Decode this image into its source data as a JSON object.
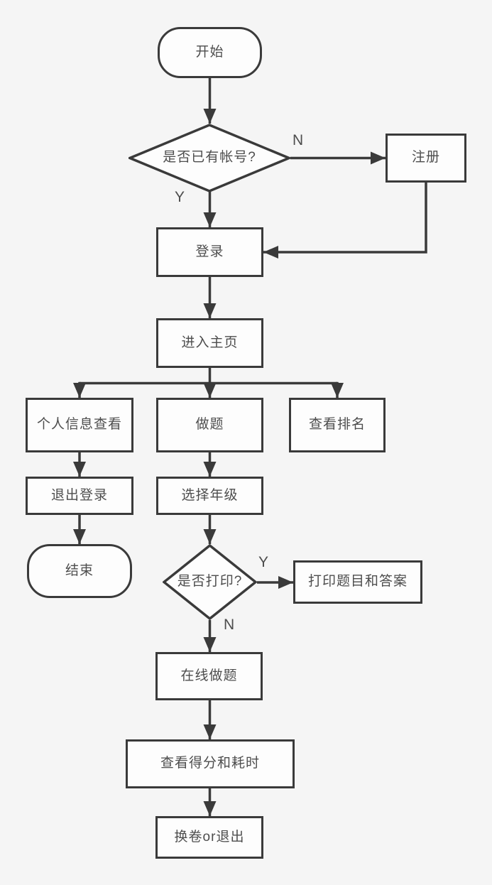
{
  "diagram": {
    "title": "online exam system flowchart",
    "background": "#f5f5f5",
    "stroke_color": "#3a3a3a",
    "node_fill": "#fdfdfd",
    "text_color": "#4d4d4d"
  },
  "nodes": {
    "start": {
      "label": "开始",
      "type": "terminator"
    },
    "has_account": {
      "label": "是否已有帐号?",
      "type": "decision"
    },
    "register": {
      "label": "注册",
      "type": "process"
    },
    "login": {
      "label": "登录",
      "type": "process"
    },
    "homepage": {
      "label": "进入主页",
      "type": "process"
    },
    "personal_info": {
      "label": "个人信息查看",
      "type": "process"
    },
    "do_questions": {
      "label": "做题",
      "type": "process"
    },
    "view_ranking": {
      "label": "查看排名",
      "type": "process"
    },
    "logout": {
      "label": "退出登录",
      "type": "process"
    },
    "end": {
      "label": "结束",
      "type": "terminator"
    },
    "select_grade": {
      "label": "选择年级",
      "type": "process"
    },
    "print_decision": {
      "label": "是否打印?",
      "type": "decision"
    },
    "print_qa": {
      "label": "打印题目和答案",
      "type": "process"
    },
    "online_questions": {
      "label": "在线做题",
      "type": "process"
    },
    "view_score": {
      "label": "查看得分和耗时",
      "type": "process"
    },
    "change_or_exit": {
      "label": "换卷or退出",
      "type": "process"
    }
  },
  "edge_labels": {
    "has_account_no": "N",
    "has_account_yes": "Y",
    "print_yes": "Y",
    "print_no": "N"
  }
}
